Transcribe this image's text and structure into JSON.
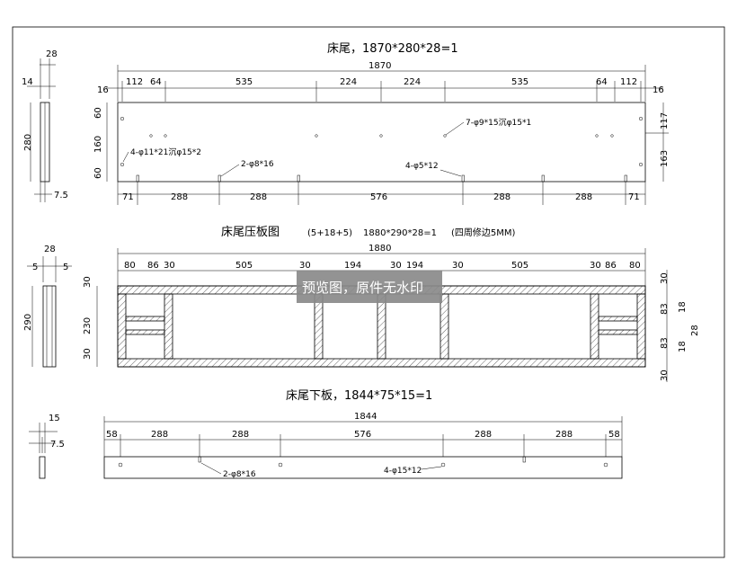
{
  "colors": {
    "line": "#000000",
    "paper": "#ffffff",
    "watermark_bg": "#8a8a8a",
    "watermark_text": "#ffffff"
  },
  "view1": {
    "title": "床尾，1870*280*28=1",
    "overall": "1870",
    "top_dims": [
      "16",
      "112",
      "64",
      "535",
      "224",
      "224",
      "535",
      "64",
      "112",
      "16"
    ],
    "bottom_dims": [
      "71",
      "288",
      "288",
      "576",
      "288",
      "288",
      "71"
    ],
    "left_dims": [
      "60",
      "160",
      "60"
    ],
    "right_dims": [
      "117",
      "163"
    ],
    "notes": {
      "counterbore": "4-φ11*21沉φ15*2",
      "top_holes": "7-φ9*15沉φ15*1",
      "bottom_holes_a": "2-φ8*16",
      "bottom_holes_b": "4-φ5*12"
    },
    "side": {
      "top": "28",
      "left": "14",
      "height": "280",
      "bottom": "7.5"
    }
  },
  "view2": {
    "title": "床尾压板图",
    "spec": "(5+18+5)",
    "size": "1880*290*28=1",
    "remark": "(四周修边5MM)",
    "overall": "1880",
    "top_dims": [
      "80",
      "86",
      "30",
      "505",
      "30",
      "194",
      "30",
      "194",
      "30",
      "505",
      "30",
      "86",
      "80"
    ],
    "left_dims": [
      "30",
      "230",
      "30"
    ],
    "right_dims": [
      "30",
      "83",
      "18",
      "83",
      "18",
      "28",
      "30"
    ],
    "side": {
      "top": "28",
      "left": "5",
      "right": "5",
      "height": "290"
    }
  },
  "view3": {
    "title": "床尾下板，1844*75*15=1",
    "overall": "1844",
    "dims": [
      "58",
      "288",
      "288",
      "576",
      "288",
      "288",
      "58"
    ],
    "notes": {
      "a": "2-φ8*16",
      "b": "4-φ15*12"
    },
    "side": {
      "top": "15",
      "bottom": "7.5"
    }
  },
  "watermark": "预览图，原件无水印"
}
